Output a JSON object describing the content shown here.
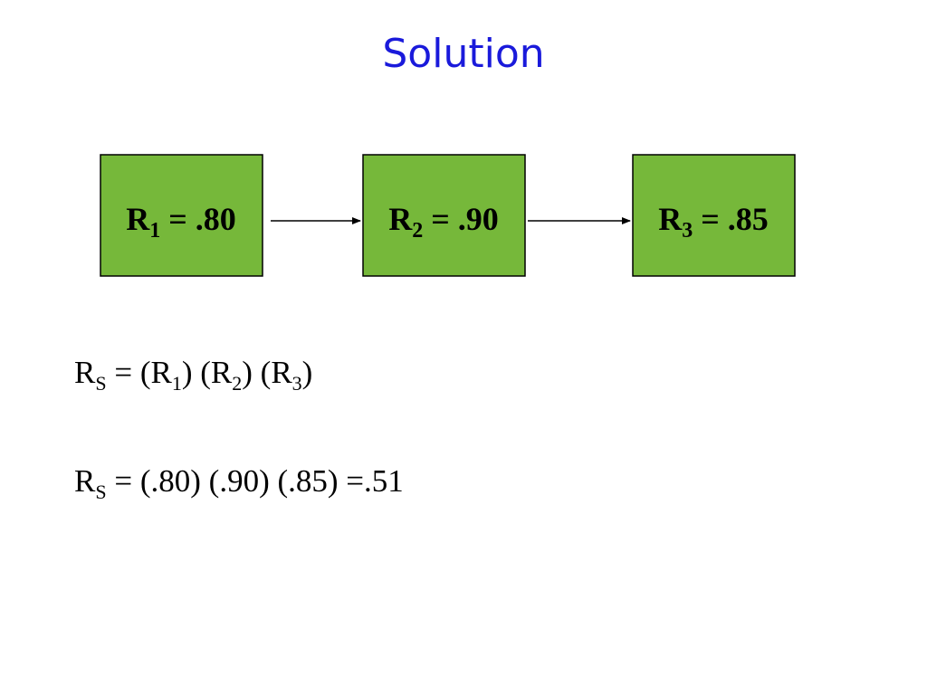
{
  "title": "Solution",
  "colors": {
    "title": "#1a1adb",
    "block_fill": "#76b83a",
    "block_stroke": "#000000",
    "text": "#000000"
  },
  "blocks": [
    {
      "symbol": "R",
      "sub": "1",
      "eq": " = .80"
    },
    {
      "symbol": "R",
      "sub": "2",
      "eq": " = .90"
    },
    {
      "symbol": "R",
      "sub": "3",
      "eq": " = .85"
    }
  ],
  "equation1": {
    "lhs": "R",
    "lhs_sub": "S",
    "t1": " = (R",
    "s1": "1",
    "t2": ") (R",
    "s2": "2",
    "t3": ") (R",
    "s3": "3",
    "t4": ")"
  },
  "equation2": {
    "lhs": "R",
    "lhs_sub": "S",
    "rhs": " = (.80) (.90) (.85) =.51"
  }
}
